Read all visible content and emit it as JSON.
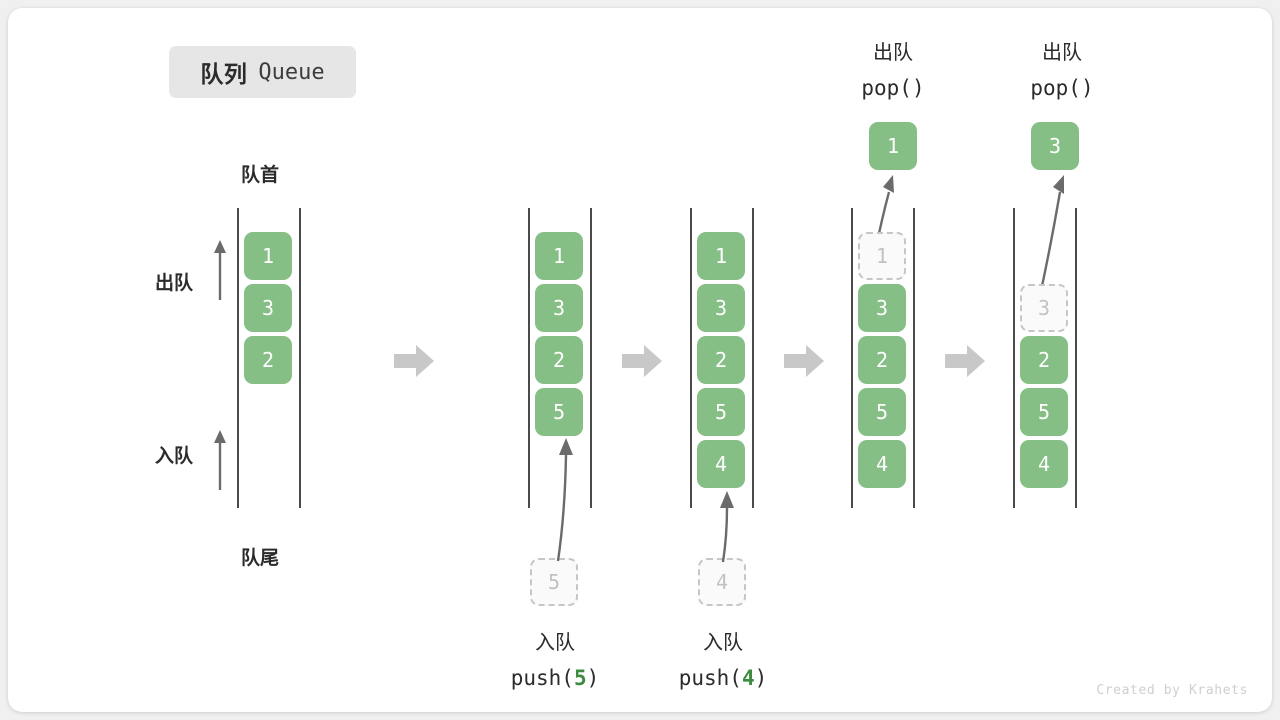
{
  "title": {
    "cn": "队列",
    "en": "Queue"
  },
  "labels": {
    "head": "队首",
    "tail": "队尾",
    "dequeue": "出队",
    "enqueue": "入队"
  },
  "credit": "Created by Krahets",
  "colors": {
    "cell_fill": "#86bf86",
    "cell_text": "#ffffff",
    "ghost_fill": "#fafafa",
    "ghost_border": "#c6c6c6",
    "ghost_text": "#c2c2c2",
    "rail": "#4a4a4a",
    "block_arrow": "#c8c8c8",
    "curve_arrow": "#6b6b6b",
    "accent_green": "#3d8b40",
    "badge_bg": "#e6e6e6",
    "text": "#2b2b2b"
  },
  "steps": [
    {
      "id": "step-initial",
      "cells": [
        {
          "value": "1",
          "state": "filled"
        },
        {
          "value": "3",
          "state": "filled"
        },
        {
          "value": "2",
          "state": "filled"
        }
      ]
    },
    {
      "id": "step-push-5",
      "cells": [
        {
          "value": "1",
          "state": "filled"
        },
        {
          "value": "3",
          "state": "filled"
        },
        {
          "value": "2",
          "state": "filled"
        },
        {
          "value": "5",
          "state": "filled"
        }
      ],
      "incoming": {
        "value": "5"
      },
      "op": {
        "cn": "入队",
        "code_prefix": "push(",
        "code_num": "5",
        "code_suffix": ")"
      }
    },
    {
      "id": "step-push-4",
      "cells": [
        {
          "value": "1",
          "state": "filled"
        },
        {
          "value": "3",
          "state": "filled"
        },
        {
          "value": "2",
          "state": "filled"
        },
        {
          "value": "5",
          "state": "filled"
        },
        {
          "value": "4",
          "state": "filled"
        }
      ],
      "incoming": {
        "value": "4"
      },
      "op": {
        "cn": "入队",
        "code_prefix": "push(",
        "code_num": "4",
        "code_suffix": ")"
      }
    },
    {
      "id": "step-pop-1",
      "cells": [
        {
          "value": "1",
          "state": "ghost"
        },
        {
          "value": "3",
          "state": "filled"
        },
        {
          "value": "2",
          "state": "filled"
        },
        {
          "value": "5",
          "state": "filled"
        },
        {
          "value": "4",
          "state": "filled"
        }
      ],
      "popped": {
        "value": "1"
      },
      "op": {
        "cn": "出队",
        "code_prefix": "pop(",
        "code_num": "",
        "code_suffix": ")"
      }
    },
    {
      "id": "step-pop-3",
      "cells": [
        {
          "value": "",
          "state": "empty"
        },
        {
          "value": "3",
          "state": "ghost"
        },
        {
          "value": "2",
          "state": "filled"
        },
        {
          "value": "5",
          "state": "filled"
        },
        {
          "value": "4",
          "state": "filled"
        }
      ],
      "popped": {
        "value": "3"
      },
      "op": {
        "cn": "出队",
        "code_prefix": "pop(",
        "code_num": "",
        "code_suffix": ")"
      }
    }
  ]
}
